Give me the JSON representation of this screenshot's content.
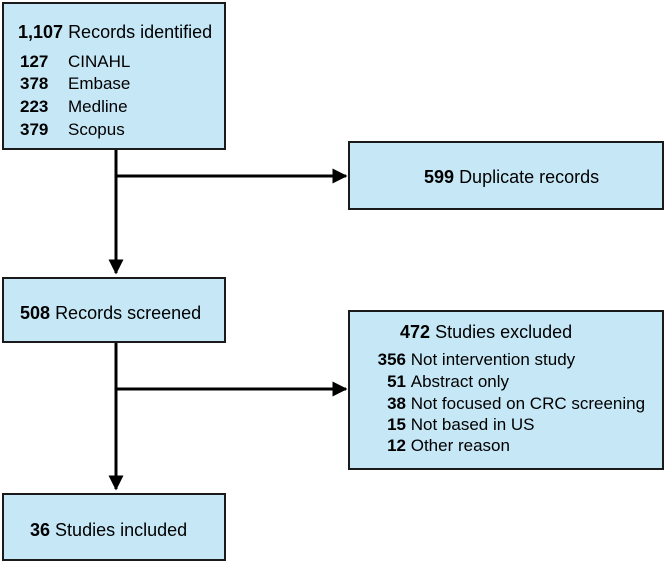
{
  "records_identified": {
    "count": "1,107",
    "label": "Records identified",
    "sources": [
      {
        "count": "127",
        "label": "CINAHL"
      },
      {
        "count": "378",
        "label": "Embase"
      },
      {
        "count": "223",
        "label": "Medline"
      },
      {
        "count": "379",
        "label": "Scopus"
      }
    ]
  },
  "duplicates": {
    "count": "599",
    "label": "Duplicate records"
  },
  "records_screened": {
    "count": "508",
    "label": "Records screened"
  },
  "excluded": {
    "count": "472",
    "label": "Studies excluded",
    "reasons": [
      {
        "count": "356",
        "label": "Not intervention study"
      },
      {
        "count": "51",
        "label": "Abstract only"
      },
      {
        "count": "38",
        "label": "Not focused on CRC screening"
      },
      {
        "count": "15",
        "label": "Not based in US"
      },
      {
        "count": "12",
        "label": "Other reason"
      }
    ]
  },
  "included": {
    "count": "36",
    "label": "Studies included"
  },
  "colors": {
    "box_fill": "#c5e7f6",
    "box_border": "#1a1a1a",
    "arrow": "#000000"
  }
}
